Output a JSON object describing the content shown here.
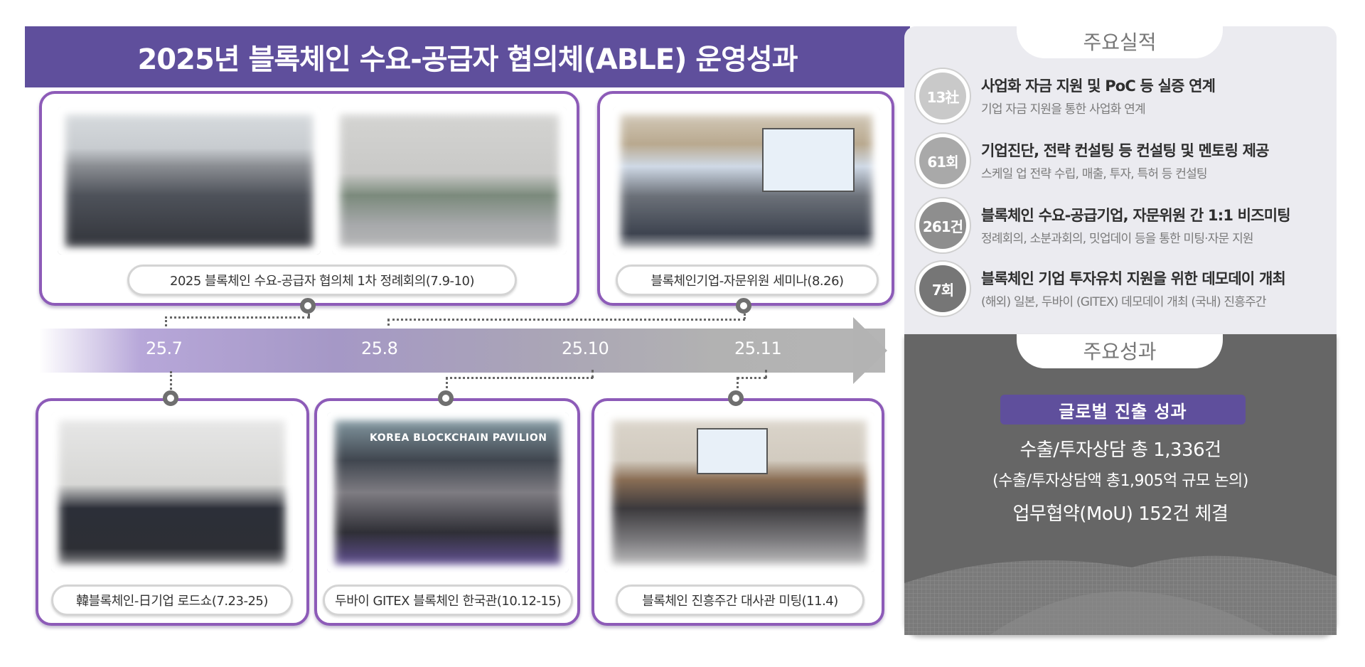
{
  "header": {
    "title": "2025년 블록체인 수요-공급자 협의체(ABLE) 운영성과"
  },
  "timeline": {
    "labels": [
      "25.7",
      "25.8",
      "25.10",
      "25.11"
    ],
    "colors": {
      "accent": "#5f4f9c",
      "card_border": "#8d5bb8",
      "arrow": "#b3b3b3"
    }
  },
  "events": {
    "top": [
      {
        "caption": "2025 블록체인 수요-공급자 협의체 1차 정례회의(7.9-10)",
        "period": "25.7"
      },
      {
        "caption": "블록체인기업-자문위원 세미나(8.26)",
        "period": "25.8"
      }
    ],
    "bottom": [
      {
        "caption": "韓블록체인-日기업 로드쇼(7.23-25)",
        "period": "25.7"
      },
      {
        "caption": "두바이 GITEX 블록체인 한국관(10.12-15)",
        "period": "25.10",
        "photo_banner": "KOREA BLOCKCHAIN PAVILION"
      },
      {
        "caption": "블록체인 진흥주간 대사관 미팅(11.4)",
        "period": "25.11"
      }
    ]
  },
  "key_records": {
    "title": "주요실적",
    "items": [
      {
        "badge": "13社",
        "badge_color": "#c9c9c9",
        "title": "사업화 자금 지원 및 PoC 등 실증 연계",
        "subtitle": "기업 자금 지원을 통한 사업화 연계"
      },
      {
        "badge": "61회",
        "badge_color": "#a9a9a9",
        "title": "기업진단, 전략 컨설팅 등 컨설팅 및 멘토링  제공",
        "subtitle": "스케일 업 전략 수립, 매출, 투자, 특허 등 컨설팅"
      },
      {
        "badge": "261건",
        "badge_color": "#8e8e8e",
        "title": "블록체인 수요-공급기업, 자문위원 간 1:1 비즈미팅",
        "subtitle": "정례회의, 소분과회의, 밋업데이  등을 통한 미팅·자문 지원"
      },
      {
        "badge": "7회",
        "badge_color": "#767676",
        "title": "블록체인 기업 투자유치 지원을 위한 데모데이 개최",
        "subtitle": "(해외) 일본, 두바이 (GITEX) 데모데이 개최 (국내) 진흥주간"
      }
    ]
  },
  "key_results": {
    "title": "주요성과",
    "badge": "글로벌 진출 성과",
    "lines": [
      "수출/투자상담 총 1,336건",
      "(수출/투자상담액 총1,905억 규모 논의)",
      "업무협약(MoU) 152건 체결"
    ]
  }
}
